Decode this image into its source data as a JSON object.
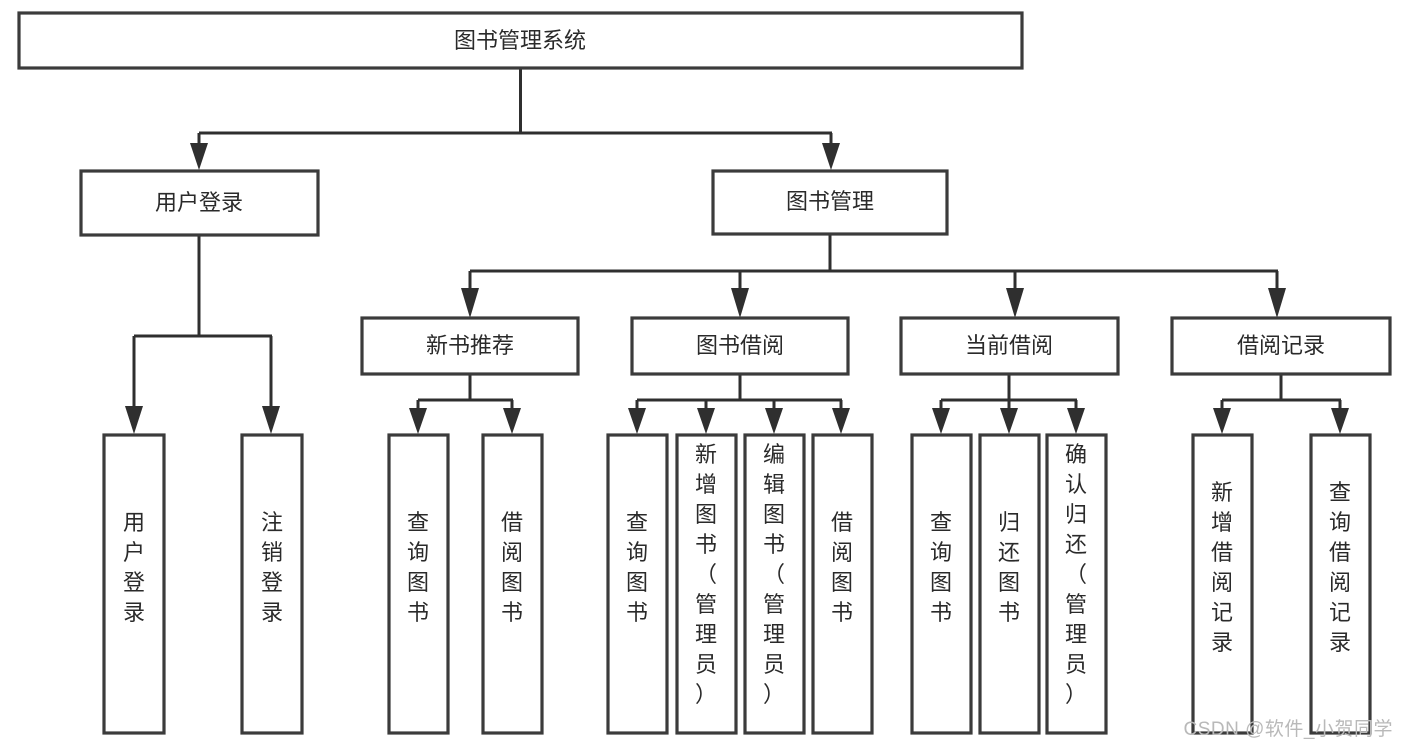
{
  "diagram": {
    "type": "tree-hierarchy",
    "title": "图书管理系统",
    "watermark": "CSDN @软件_小贺同学",
    "colors": {
      "box_stroke": "#3b3b3b",
      "box_fill": "#ffffff",
      "connector": "#2f2f2f",
      "text": "#2a2a2a",
      "watermark": "#b9b9b9",
      "background": "#ffffff"
    },
    "levels": [
      {
        "level": 1,
        "nodes": [
          {
            "id": "root",
            "label": "图书管理系统",
            "orientation": "horizontal"
          }
        ]
      },
      {
        "level": 2,
        "nodes": [
          {
            "id": "user-login",
            "label": "用户登录",
            "orientation": "horizontal",
            "parent": "root"
          },
          {
            "id": "book-manage",
            "label": "图书管理",
            "orientation": "horizontal",
            "parent": "root"
          }
        ]
      },
      {
        "level": 3,
        "nodes": [
          {
            "id": "new-book-rec",
            "label": "新书推荐",
            "orientation": "horizontal",
            "parent": "book-manage"
          },
          {
            "id": "book-borrow",
            "label": "图书借阅",
            "orientation": "horizontal",
            "parent": "book-manage"
          },
          {
            "id": "current-borrow",
            "label": "当前借阅",
            "orientation": "horizontal",
            "parent": "book-manage"
          },
          {
            "id": "borrow-record",
            "label": "借阅记录",
            "orientation": "horizontal",
            "parent": "book-manage"
          }
        ]
      },
      {
        "level": 4,
        "nodes": [
          {
            "id": "leaf-user-login",
            "label": "用户登录",
            "orientation": "vertical",
            "parent": "user-login"
          },
          {
            "id": "leaf-user-logout",
            "label": "注销登录",
            "orientation": "vertical",
            "parent": "user-login"
          },
          {
            "id": "leaf-query-book-1",
            "label": "查询图书",
            "orientation": "vertical",
            "parent": "new-book-rec"
          },
          {
            "id": "leaf-borrow-book-1",
            "label": "借阅图书",
            "orientation": "vertical",
            "parent": "new-book-rec"
          },
          {
            "id": "leaf-query-book-2",
            "label": "查询图书",
            "orientation": "vertical",
            "parent": "book-borrow"
          },
          {
            "id": "leaf-add-book",
            "label": "新增图书（管理员）",
            "orientation": "vertical",
            "parent": "book-borrow"
          },
          {
            "id": "leaf-edit-book",
            "label": "编辑图书（管理员）",
            "orientation": "vertical",
            "parent": "book-borrow"
          },
          {
            "id": "leaf-borrow-book-2",
            "label": "借阅图书",
            "orientation": "vertical",
            "parent": "book-borrow"
          },
          {
            "id": "leaf-query-book-3",
            "label": "查询图书",
            "orientation": "vertical",
            "parent": "current-borrow"
          },
          {
            "id": "leaf-return-book",
            "label": "归还图书",
            "orientation": "vertical",
            "parent": "current-borrow"
          },
          {
            "id": "leaf-confirm-return",
            "label": "确认归还（管理员）",
            "orientation": "vertical",
            "parent": "current-borrow"
          },
          {
            "id": "leaf-add-record",
            "label": "新增借阅记录",
            "orientation": "vertical",
            "parent": "borrow-record"
          },
          {
            "id": "leaf-query-record",
            "label": "查询借阅记录",
            "orientation": "vertical",
            "parent": "borrow-record"
          }
        ]
      }
    ],
    "labels": {
      "root": "图书管理系统",
      "user_login": "用户登录",
      "book_manage": "图书管理",
      "new_book_rec": "新书推荐",
      "book_borrow": "图书借阅",
      "current_borrow": "当前借阅",
      "borrow_record": "借阅记录",
      "leaf_user_login": "用户登录",
      "leaf_user_logout": "注销登录",
      "leaf_query_book_1": "查询图书",
      "leaf_borrow_book_1": "借阅图书",
      "leaf_query_book_2": "查询图书",
      "leaf_add_book": "新增图书（管理员）",
      "leaf_edit_book": "编辑图书（管理员）",
      "leaf_borrow_book_2": "借阅图书",
      "leaf_query_book_3": "查询图书",
      "leaf_return_book": "归还图书",
      "leaf_confirm_return": "确认归还（管理员）",
      "leaf_add_record": "新增借阅记录",
      "leaf_query_record": "查询借阅记录"
    }
  }
}
